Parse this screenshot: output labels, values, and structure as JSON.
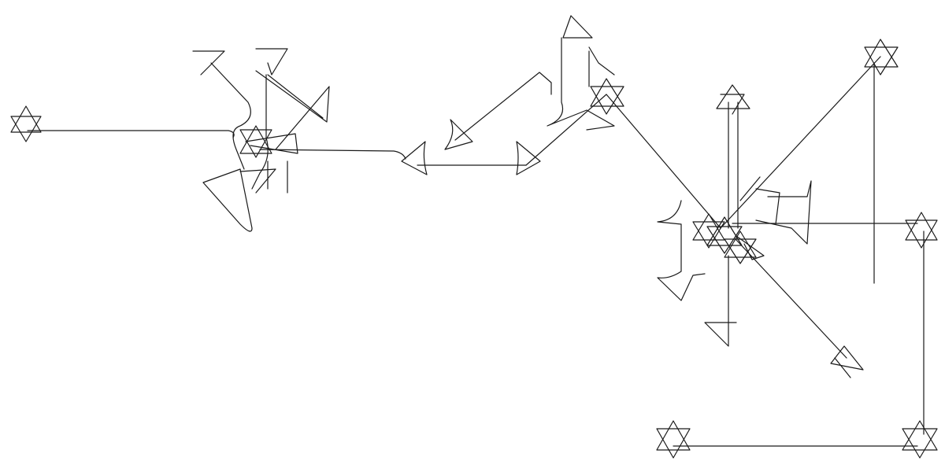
{
  "drawing": {
    "style": "hand-drawn line sketch",
    "stroke_color": "#1a1a1a",
    "background_color": "#ffffff",
    "node_marker": "six-pointed-star",
    "arrowhead": "triangle"
  }
}
